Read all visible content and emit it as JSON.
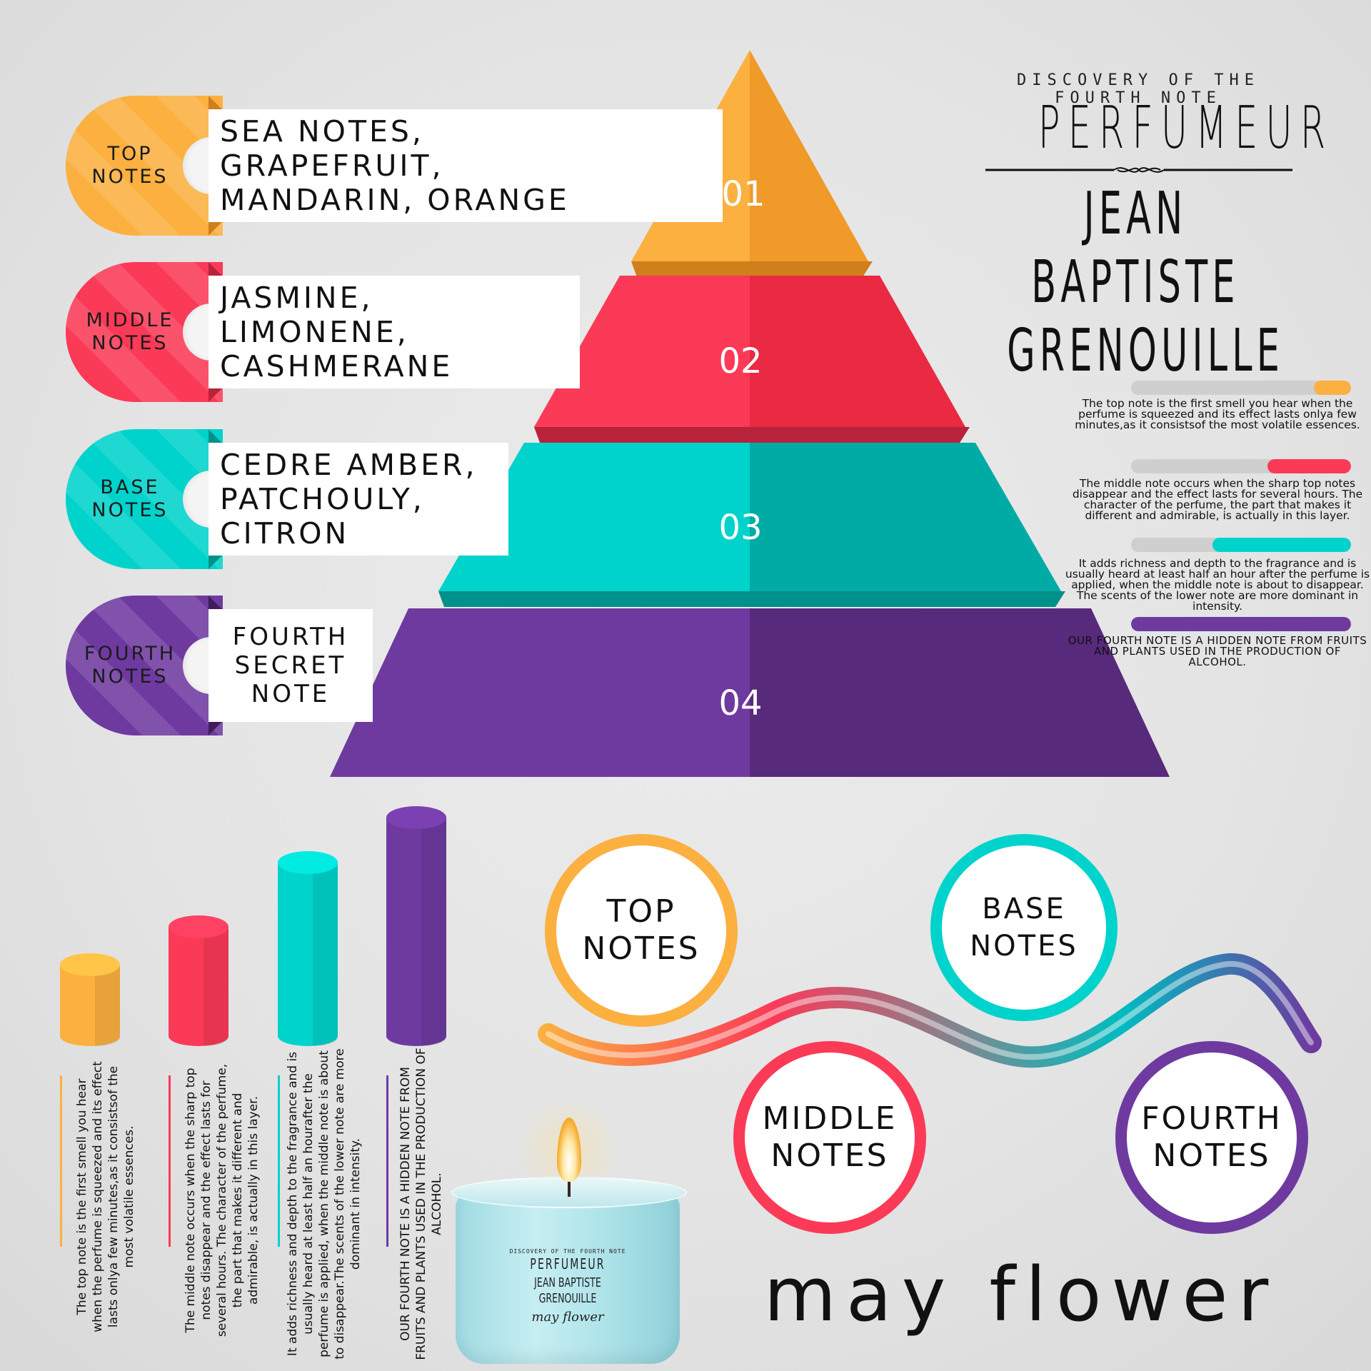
{
  "brand": {
    "tagline": "DISCOVERY OF THE FOURTH NOTE",
    "name": "PERFUMEUR",
    "perfumer": "JEAN BAPTISTE\nGRENOUILLE",
    "product": "may flower"
  },
  "tiers": [
    {
      "label": "TOP\nNOTES",
      "number": "01",
      "notes": "SEA NOTES,\nGRAPEFRUIT,\nMANDARIN, ORANGE",
      "color": "#fbb040",
      "color_dark": "#f09a2a",
      "color_shade": "#d07f1b"
    },
    {
      "label": "MIDDLE\nNOTES",
      "number": "02",
      "notes": "JASMINE,\nLIMONENE,\nCASHMERANE",
      "color": "#fb3a58",
      "color_dark": "#ea2942",
      "color_shade": "#b8223a"
    },
    {
      "label": "BASE\nNOTES",
      "number": "03",
      "notes": "CEDRE AMBER,\nPATCHOULY,\nCITRON",
      "color": "#00d3cb",
      "color_dark": "#00aba6",
      "color_shade": "#00908b"
    },
    {
      "label": "FOURTH\nNOTES",
      "number": "04",
      "notes": "FOURTH\nSECRET\nNOTE",
      "color": "#6e3aa0",
      "color_dark": "#572a7c",
      "color_shade": "#3f1d5c"
    }
  ],
  "descriptions": [
    {
      "text": "The top note is the first smell you hear when the perfume is squeezed and its effect lasts onlya few minutes,as it consistsof the most volatile essences.",
      "level": 0.17
    },
    {
      "text": "The middle note occurs when the sharp top notes disappear and the effect lasts for several hours. The character of the perfume, the part that makes it different and admirable, is actually in this layer.",
      "level": 0.38
    },
    {
      "text": "It adds richness and depth to the fragrance and is usually heard at least half an hour after the perfume is applied, when the middle note is about to disappear. The scents of the lower note are more dominant in intensity.",
      "level": 0.63
    },
    {
      "text": "OUR FOURTH NOTE IS A HIDDEN NOTE FROM FRUITS AND PLANTS USED IN THE PRODUCTION OF ALCOHOL.",
      "level": 1.0
    }
  ],
  "cylinder_texts": [
    "The top note is the first smell you hear when the perfume is squeezed and its effect lasts onlya few minutes,as it consistsof the most volatile essences.",
    "The middle note occurs when the sharp top notes disappear and the effect lasts for several hours. The character of the perfume, the part that makes it different and admirable, is actually in this layer.",
    "It adds richness and depth to the fragrance and is usually heard at least half an hourafter the perfume is applied, when the middle note is about to disappear.The scents of the lower note are more dominant in intensity.",
    "OUR FOURTH NOTE IS A HIDDEN NOTE FROM FRUITS AND PLANTS USED IN THE PRODUCTION OF ALCOHOL."
  ],
  "circles": [
    {
      "label": "TOP\nNOTES",
      "color": "#fbb040"
    },
    {
      "label": "BASE\nNOTES",
      "color": "#00d3cb"
    },
    {
      "label": "MIDDLE\nNOTES",
      "color": "#fb3a58"
    },
    {
      "label": "FOURTH\nNOTES",
      "color": "#6e3aa0"
    }
  ],
  "candle_label": {
    "tagline": "DISCOVERY OF THE FOURTH NOTE",
    "name": "PERFUMEUR",
    "perfumer": "JEAN BAPTISTE\nGRENOUILLE",
    "product": "may flower"
  }
}
